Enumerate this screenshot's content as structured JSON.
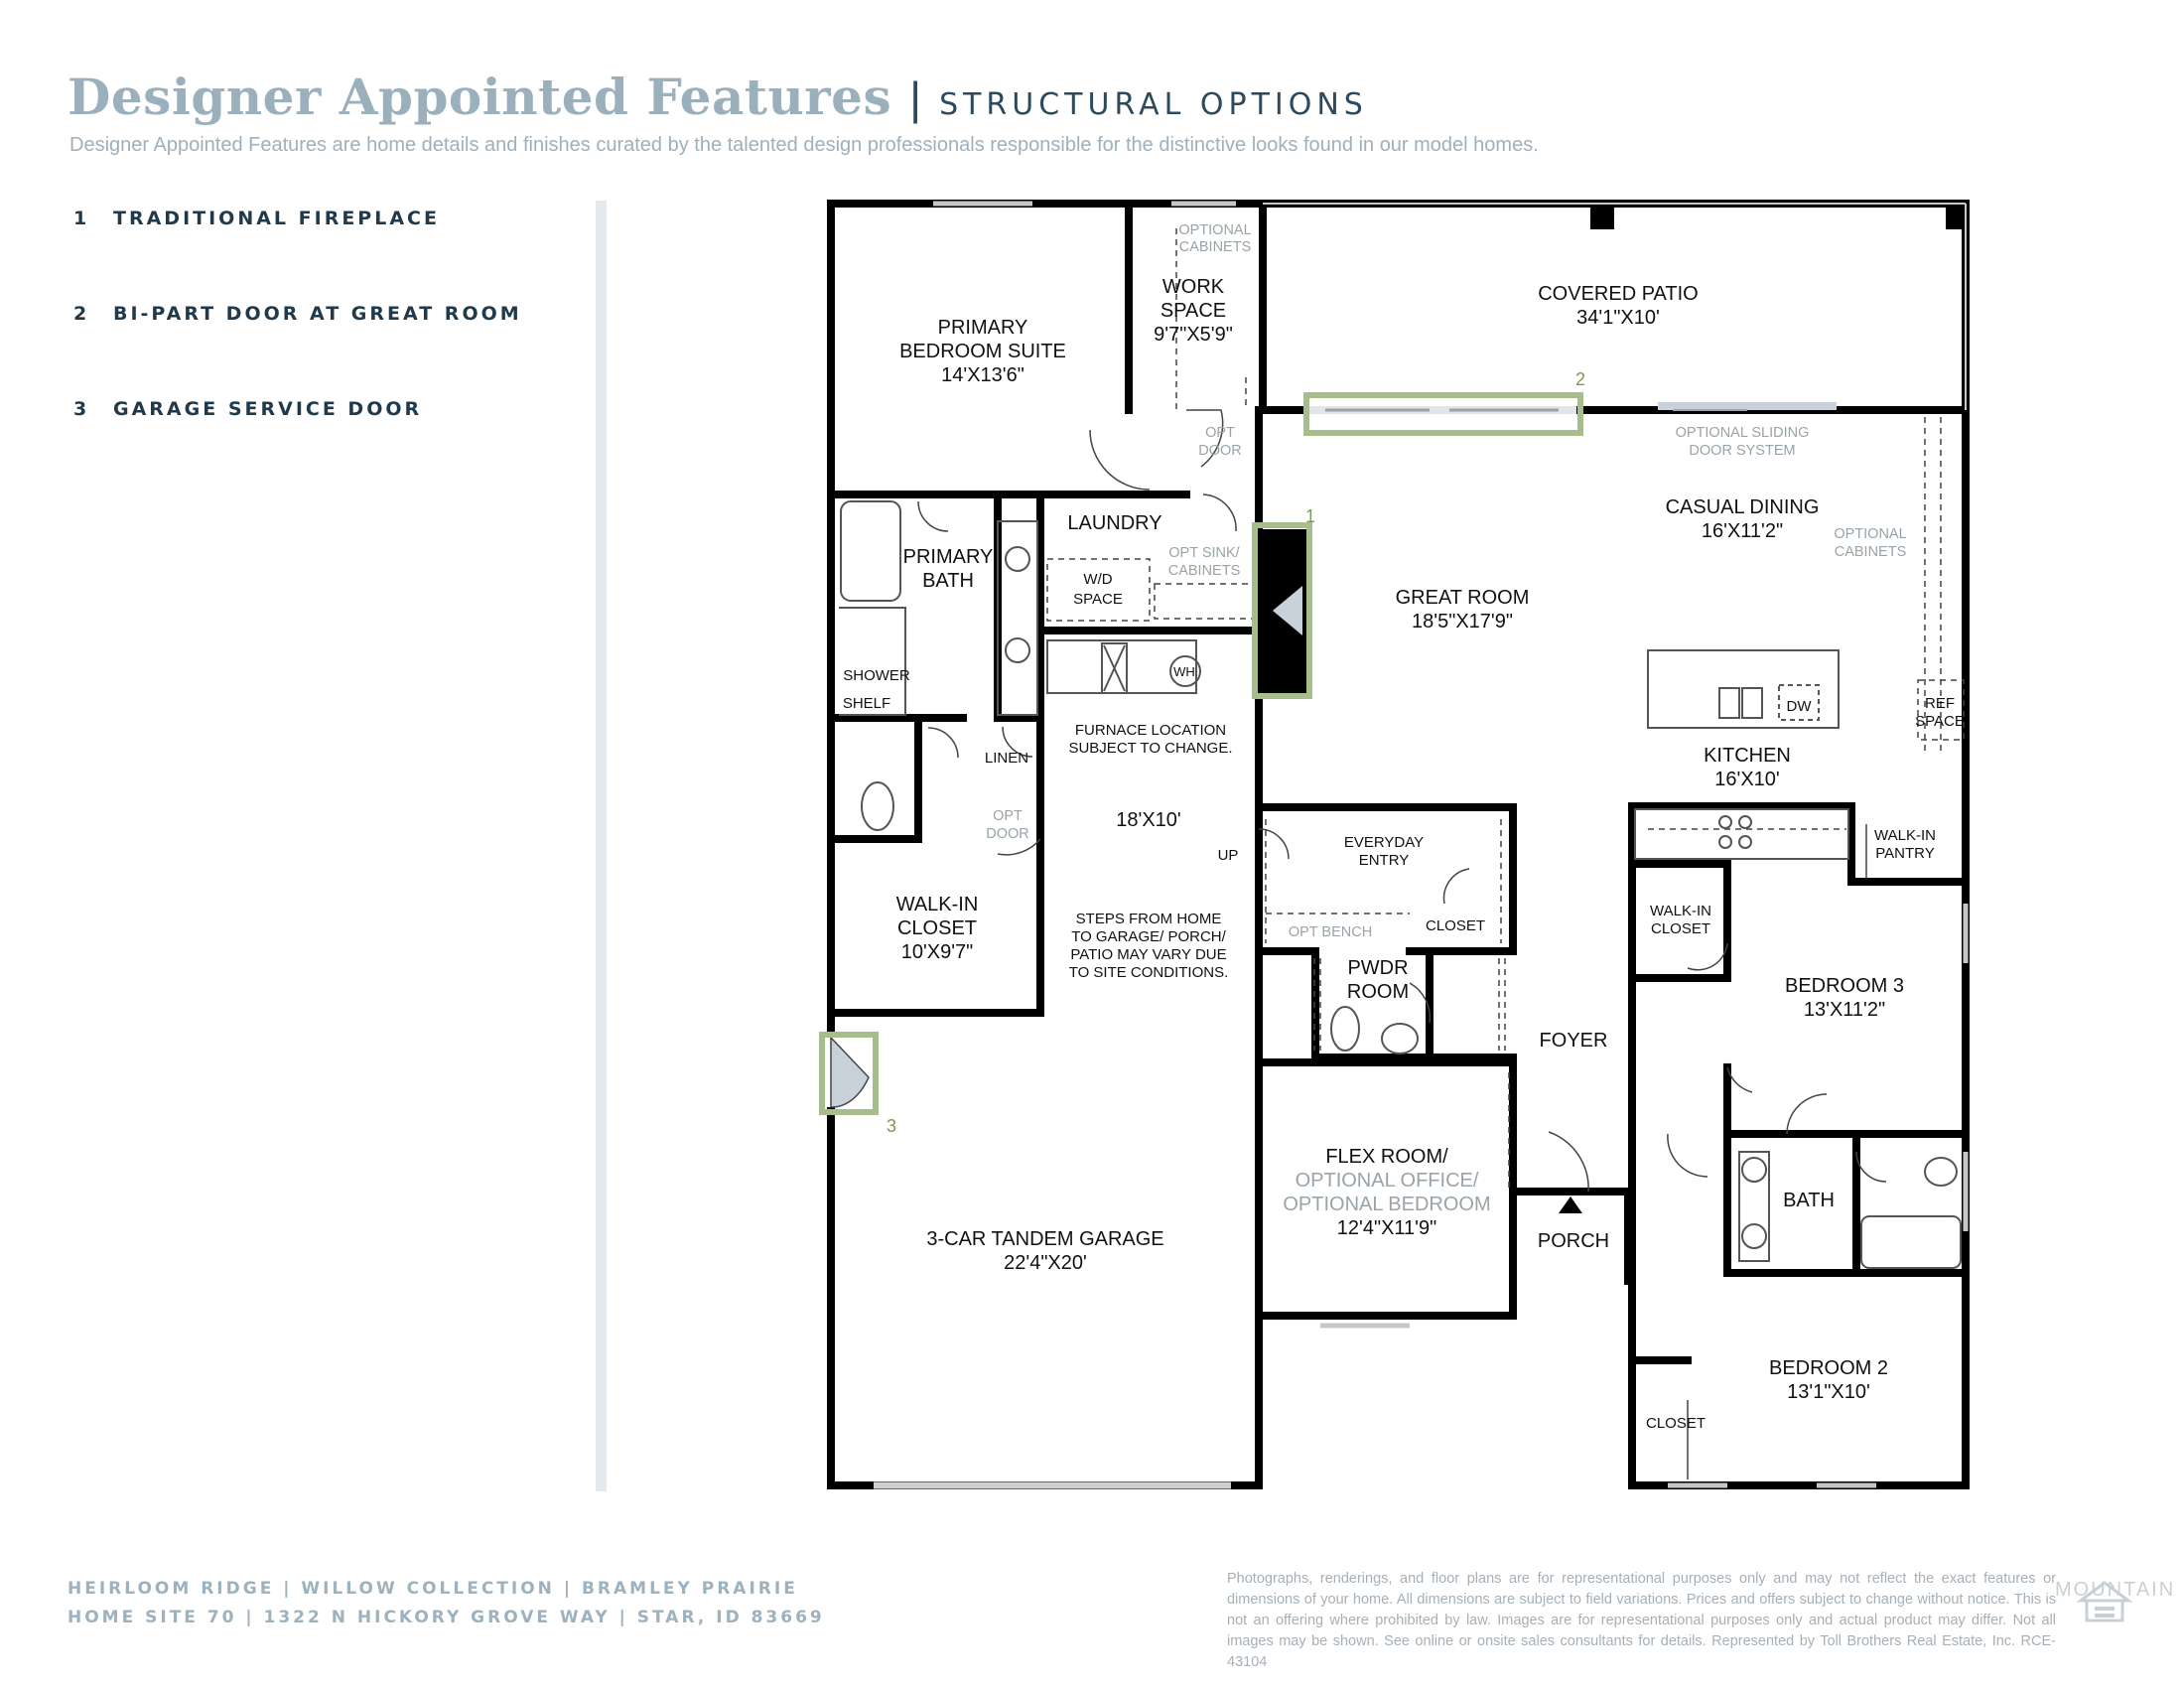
{
  "header": {
    "title": "Designer Appointed Features",
    "separator": "|",
    "subtitle": "STRUCTURAL OPTIONS",
    "description": "Designer Appointed Features are home details and finishes curated by the talented design professionals responsible for the distinctive looks found in our model homes."
  },
  "options": [
    {
      "number": "1",
      "label": "TRADITIONAL FIREPLACE"
    },
    {
      "number": "2",
      "label": "BI-PART DOOR AT GREAT ROOM"
    },
    {
      "number": "3",
      "label": "GARAGE SERVICE DOOR"
    }
  ],
  "plan": {
    "colors": {
      "wall": "#000000",
      "highlight": "#a8bd8c",
      "callout": "#7d9a4f",
      "muted": "#9aa3a8",
      "glass": "#c9d2da"
    },
    "rooms": {
      "primary_suite": [
        "PRIMARY",
        "BEDROOM SUITE",
        "14'X13'6\""
      ],
      "work_space": [
        "WORK",
        "SPACE",
        "9'7\"X5'9\""
      ],
      "optional_cabinets_top": [
        "OPTIONAL",
        "CABINETS"
      ],
      "covered_patio": [
        "COVERED PATIO",
        "34'1\"X10'"
      ],
      "opt_door_top": [
        "OPT",
        "DOOR"
      ],
      "optional_sliding": [
        "OPTIONAL SLIDING",
        "DOOR SYSTEM"
      ],
      "casual_dining": [
        "CASUAL DINING",
        "16'X11'2\""
      ],
      "optional_cabinets_right": [
        "OPTIONAL",
        "CABINETS"
      ],
      "laundry": "LAUNDRY",
      "opt_sink": [
        "OPT SINK/",
        "CABINETS"
      ],
      "wd_space": [
        "W/D",
        "SPACE"
      ],
      "primary_bath": [
        "PRIMARY",
        "BATH"
      ],
      "great_room": [
        "GREAT ROOM",
        "18'5\"X17'9\""
      ],
      "wh": "WH",
      "shower": "SHOWER",
      "shelf": "SHELF",
      "dw": "DW",
      "ref_space": [
        "REF",
        "SPACE"
      ],
      "furnace": [
        "FURNACE LOCATION",
        "SUBJECT TO CHANGE."
      ],
      "linen": "LINEN",
      "kitchen": [
        "KITCHEN",
        "16'X10'"
      ],
      "opt_door_bath": [
        "OPT",
        "DOOR"
      ],
      "garage_dim": "18'X10'",
      "up": "UP",
      "everyday_entry": [
        "EVERYDAY",
        "ENTRY"
      ],
      "walk_in_pantry": [
        "WALK-IN",
        "PANTRY"
      ],
      "walk_in_closet_bed3": [
        "WALK-IN",
        "CLOSET"
      ],
      "opt_bench": "OPT BENCH",
      "closet_entry": "CLOSET",
      "walk_in_closet": [
        "WALK-IN",
        "CLOSET",
        "10'X9'7\""
      ],
      "steps_note": [
        "STEPS FROM HOME",
        "TO GARAGE/ PORCH/",
        "PATIO MAY VARY DUE",
        "TO SITE CONDITIONS."
      ],
      "pwdr": [
        "PWDR",
        "ROOM"
      ],
      "bedroom3": [
        "BEDROOM 3",
        "13'X11'2\""
      ],
      "foyer": "FOYER",
      "flex": [
        "FLEX ROOM/",
        "OPTIONAL OFFICE/",
        "OPTIONAL BEDROOM",
        "12'4\"X11'9\""
      ],
      "bath": "BATH",
      "porch": "PORCH",
      "garage": [
        "3-CAR TANDEM GARAGE",
        "22'4\"X20'"
      ],
      "bedroom2": [
        "BEDROOM 2",
        "13'1\"X10'"
      ],
      "closet_bed2": "CLOSET"
    },
    "callouts": [
      "1",
      "2",
      "3"
    ]
  },
  "footer": {
    "line1": "HEIRLOOM RIDGE  |  WILLOW COLLECTION  |  BRAMLEY PRAIRIE",
    "line2": "HOME SITE 70  |  1322 N HICKORY GROVE WAY  |  STAR, ID 83669",
    "disclaimer": "Photographs, renderings, and floor plans are for representational purposes only and may not reflect the exact features or dimensions of your home. All dimensions are subject to field variations. Prices and offers subject to change without notice. This is not an offering where prohibited by law. Images are for representational purposes only and actual product may differ. Not all images may be shown. See online or onsite sales consultants for details. Represented by Toll Brothers Real Estate, Inc. RCE-43104",
    "brand": "MOUNTAIN",
    "eho": "EQUAL HOUSING OPPORTUNITY"
  }
}
